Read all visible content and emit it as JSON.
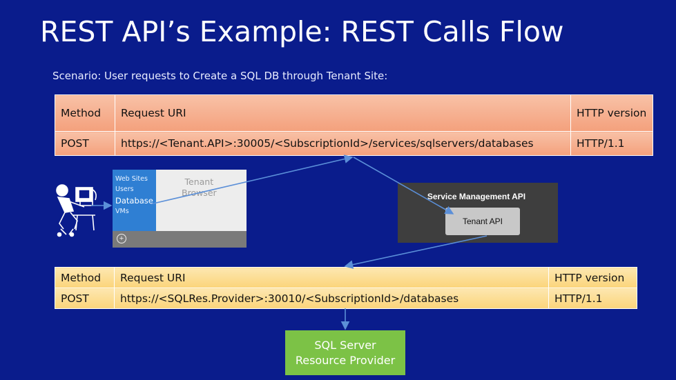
{
  "title": "REST API’s Example: REST Calls Flow",
  "subtitle": "Scenario: User requests to Create a SQL DB through Tenant Site:",
  "tenant_request": {
    "headers": [
      "Method",
      "Request URI",
      "HTTP version"
    ],
    "row": [
      "POST",
      "https://<Tenant.API>:30005/<SubscriptionId>/services/sqlservers/databases",
      "HTTP/1.1"
    ]
  },
  "browser": {
    "menu": [
      "Web Sites",
      "Users",
      "Database",
      "VMs"
    ],
    "caption_line1": "Tenant",
    "caption_line2": "Browser",
    "add_symbol": "+"
  },
  "service_management": {
    "title": "Service Management API",
    "tenant_api": "Tenant API"
  },
  "sql_request": {
    "headers": [
      "Method",
      "Request URI",
      "HTTP version"
    ],
    "row": [
      "POST",
      "https://<SQLRes.Provider>:30010/<SubscriptionId>/databases",
      "HTTP/1.1"
    ]
  },
  "sql_provider": {
    "line1": "SQL Server",
    "line2": "Resource Provider"
  },
  "colors": {
    "background": "#0a1c8c",
    "tenant_table": "#f4a07c",
    "sql_table": "#fbd47a",
    "browser_sidebar": "#2f7fd3",
    "sql_provider": "#7cc246",
    "arrow": "#5b8fd8"
  }
}
